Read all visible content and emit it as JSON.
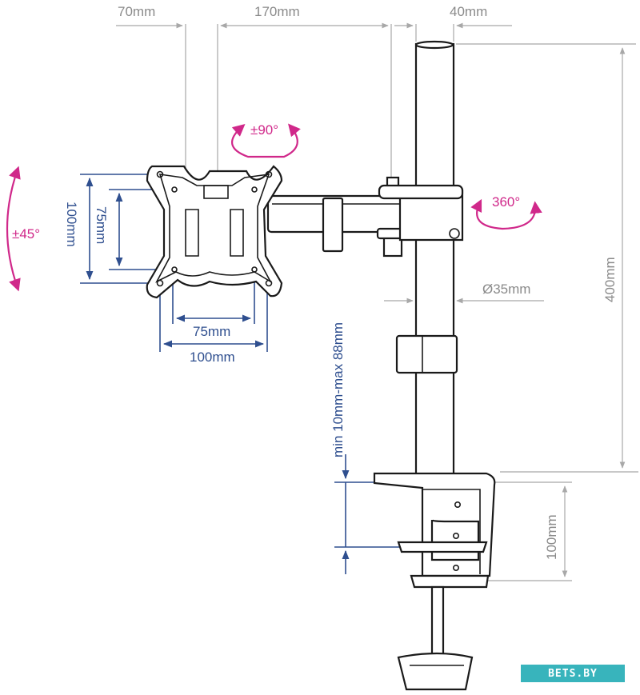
{
  "dimensions": {
    "top_left_offset": "70mm",
    "arm_length": "170mm",
    "pole_offset": "40mm",
    "pole_height": "400mm",
    "pole_diameter": "Ø35mm",
    "clamp_height": "100mm",
    "desk_thickness": "min 10mm-max 88mm",
    "vesa_inner_width": "75mm",
    "vesa_outer_width": "100mm",
    "vesa_inner_height": "75mm",
    "vesa_outer_height": "100mm"
  },
  "rotations": {
    "tilt": "±45°",
    "rotate": "±90°",
    "swivel": "360°"
  },
  "watermark": "BETS.BY",
  "colors": {
    "gray_dimension": "#8a8a8a",
    "blue_dimension": "#2f4f8f",
    "rotation_magenta": "#d0288a",
    "outline": "#1a1a1a",
    "watermark_bg": "#38b4bc"
  }
}
